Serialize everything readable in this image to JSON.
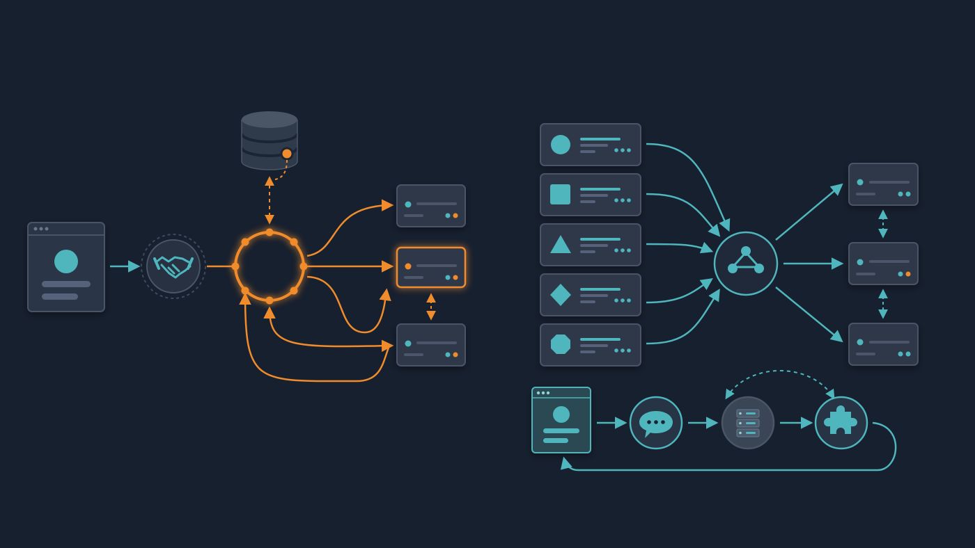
{
  "colors": {
    "background": "#17202f",
    "card": "#2e3848",
    "card_border": "#4a5566",
    "teal": "#4fb6bd",
    "orange": "#f08c2c",
    "muted_line": "#4e596a",
    "icon_fill": "#3c4757"
  },
  "diagrams": [
    {
      "id": "orange-hub-architecture",
      "accent": "orange",
      "nodes": [
        {
          "role": "profile-window",
          "icon": "user-profile-icon"
        },
        {
          "role": "handshake-node",
          "icon": "handshake-icon"
        },
        {
          "role": "database",
          "icon": "database-icon"
        },
        {
          "role": "ring-hub",
          "icon": "ring-hub-icon"
        },
        {
          "role": "output-card-1",
          "icon": "dot-icon"
        },
        {
          "role": "output-card-2",
          "icon": "dot-icon",
          "highlighted": true
        },
        {
          "role": "output-card-3",
          "icon": "dot-icon"
        }
      ]
    },
    {
      "id": "teal-router-architecture",
      "accent": "teal",
      "inputs": [
        {
          "icon": "circle-icon"
        },
        {
          "icon": "square-icon"
        },
        {
          "icon": "triangle-icon"
        },
        {
          "icon": "diamond-icon"
        },
        {
          "icon": "octagon-icon"
        }
      ],
      "router_icon": "share-network-icon",
      "outputs": [
        {
          "icon": "dot-icon"
        },
        {
          "icon": "dot-icon"
        },
        {
          "icon": "dot-icon"
        }
      ],
      "bottom_flow": [
        {
          "icon": "user-profile-icon"
        },
        {
          "icon": "chat-bubble-icon"
        },
        {
          "icon": "server-icon"
        },
        {
          "icon": "puzzle-icon"
        }
      ]
    }
  ]
}
